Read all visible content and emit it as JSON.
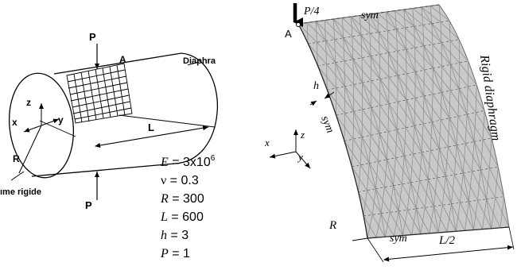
{
  "left_figure": {
    "load_top": "P",
    "load_bottom": "P",
    "point_label": "A",
    "diaphragm_label": "Diaphra",
    "rigid_label": "ıme rigide",
    "length_label": "L",
    "radius_label": "R",
    "axis_z": "z",
    "axis_x": "x",
    "axis_y": "y"
  },
  "parameters": [
    {
      "symbol": "E",
      "value": "3x10",
      "sup": "6"
    },
    {
      "symbol": "ν",
      "value": "0.3",
      "sup": ""
    },
    {
      "symbol": "R",
      "value": "300",
      "sup": ""
    },
    {
      "symbol": "L",
      "value": "600",
      "sup": ""
    },
    {
      "symbol": "h",
      "value": "3",
      "sup": ""
    },
    {
      "symbol": "P",
      "value": "1",
      "sup": ""
    }
  ],
  "right_figure": {
    "load_label": "P/4",
    "point_label": "A",
    "thickness_label": "h",
    "sym_top": "sym",
    "sym_left": "sym",
    "sym_bottom": "sym",
    "diaphragm_label": "Rigid diaphragm",
    "radius_label": "R",
    "half_length_label": "L/2",
    "axis_x": "x",
    "axis_y": "y",
    "axis_z": "z"
  },
  "colors": {
    "shell_fill": "#c9c9c9",
    "mesh_line": "#8a8a8a",
    "ink": "#000000"
  }
}
